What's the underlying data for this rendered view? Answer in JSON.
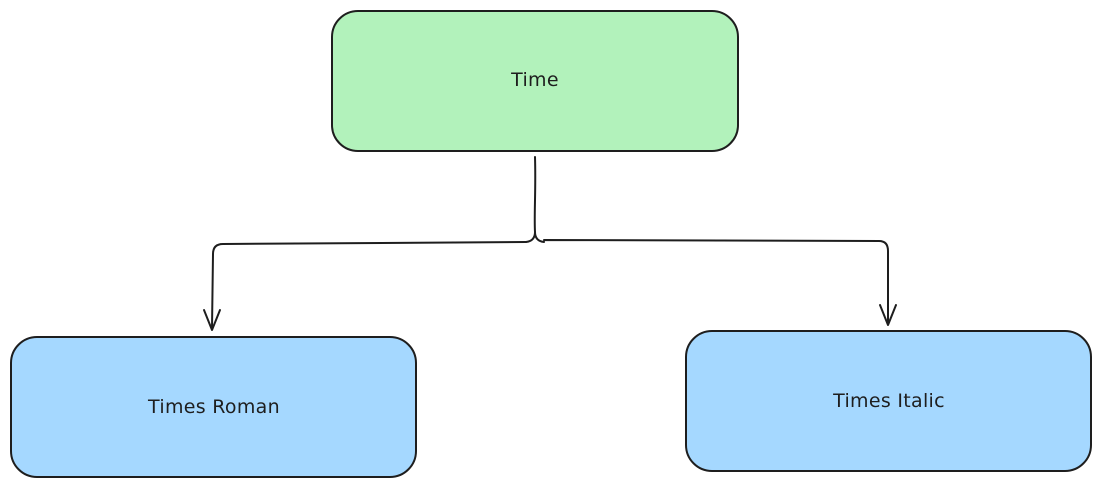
{
  "diagram": {
    "nodes": [
      {
        "id": "time",
        "label": "Time",
        "fill": "#b2f2bb"
      },
      {
        "id": "times-roman",
        "label": "Times Roman",
        "fill": "#a5d8ff"
      },
      {
        "id": "times-italic",
        "label": "Times Italic",
        "fill": "#a5d8ff"
      }
    ],
    "edges": [
      {
        "from": "time",
        "to": "times-roman"
      },
      {
        "from": "time",
        "to": "times-italic"
      }
    ],
    "stroke_color": "#1e1e1e"
  }
}
